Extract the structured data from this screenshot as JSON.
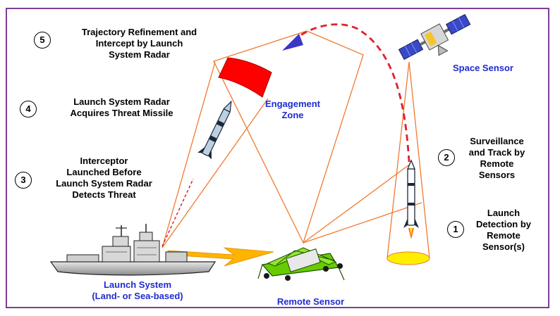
{
  "steps": [
    {
      "number": "1",
      "text": "Launch\nDetection by\nRemote\nSensor(s)"
    },
    {
      "number": "2",
      "text": "Surveillance\nand Track by\nRemote\nSensors"
    },
    {
      "number": "3",
      "text": "Interceptor\nLaunched Before\nLaunch System Radar\nDetects Threat"
    },
    {
      "number": "4",
      "text": "Launch System Radar\nAcquires Threat Missile"
    },
    {
      "number": "5",
      "text": "Trajectory Refinement and\nIntercept by Launch\nSystem Radar"
    }
  ],
  "labels": {
    "space_sensor": "Space Sensor",
    "engagement_zone": "Engagement\nZone",
    "launch_system": "Launch System\n(Land- or Sea-based)",
    "remote_sensor": "Remote Sensor"
  },
  "colors": {
    "frame": "#7b3f98",
    "beam": "#f07a30",
    "trajectory": "#e0202a",
    "label_blue": "#1f2ccf",
    "zone_fill": "#ff0000",
    "remote_sensor_body": "#66cc00",
    "flame": "#ffee00",
    "lightning": "#ffb400"
  }
}
